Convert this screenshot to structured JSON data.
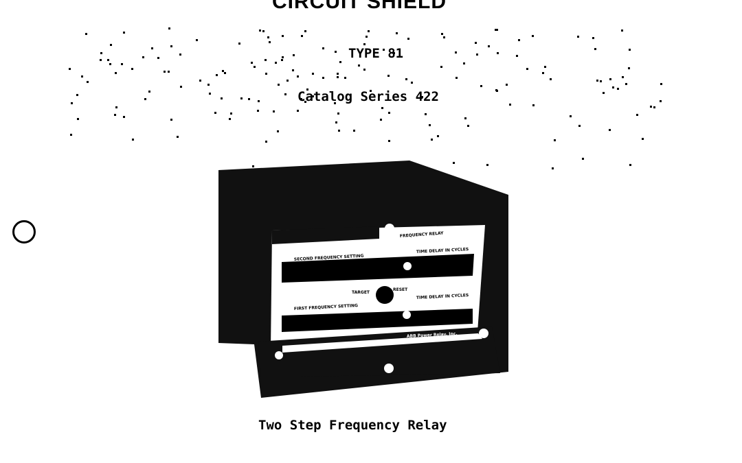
{
  "header": {
    "brand": "CIRCUIT SHIELD",
    "type": "TYPE 81",
    "catalog": "Catalog Series 422"
  },
  "relay": {
    "name_plate": "FREQUENCY RELAY",
    "second_setting": "SECOND FREQUENCY SETTING",
    "first_setting": "FIRST FREQUENCY SETTING",
    "time_delay_1": "TIME DELAY IN CYCLES",
    "time_delay_2": "TIME DELAY IN CYCLES",
    "target": "TARGET",
    "reset": "RESET",
    "maker": "ABB Power Relay, Inc."
  },
  "caption": "Two Step Frequency Relay"
}
